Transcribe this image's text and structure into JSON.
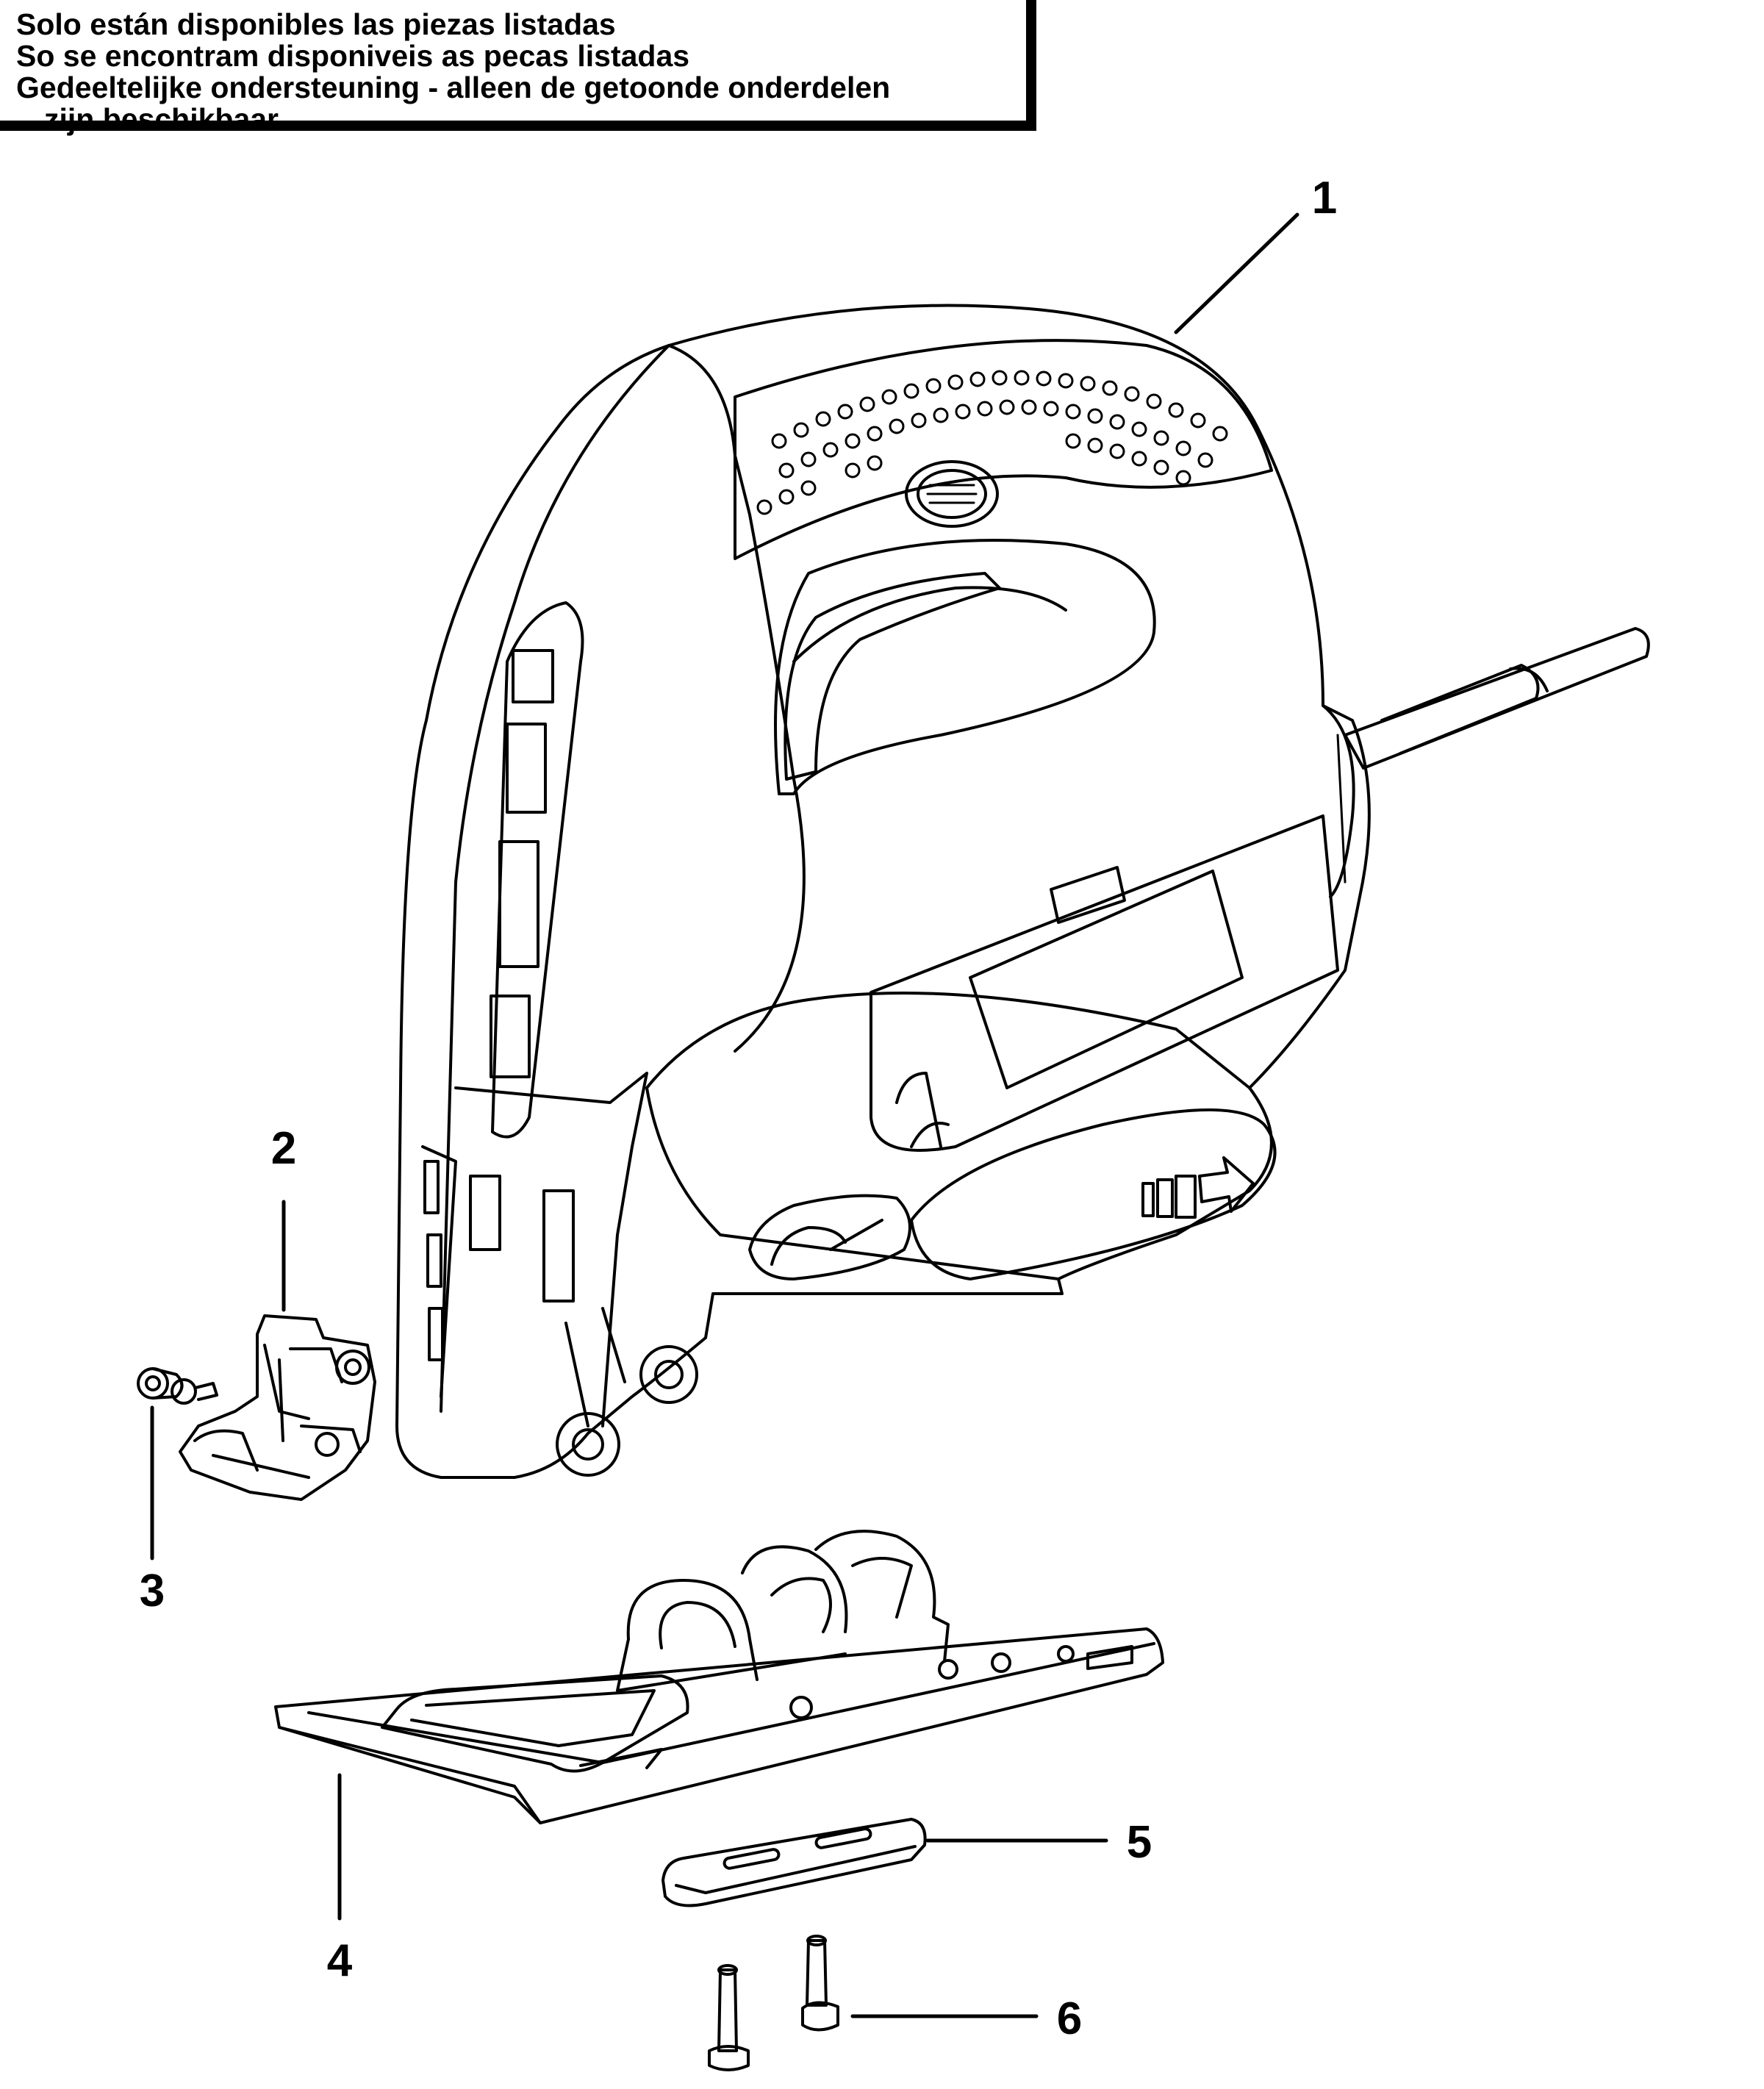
{
  "notice": {
    "lines": [
      "Solo están disponibles las piezas listadas",
      "So se encontram disponiveis as pecas listadas",
      "Gedeeltelijke ondersteuning - alleen de getoonde onderdelen",
      "zijn beschikbaar"
    ]
  },
  "callouts": [
    "1",
    "2",
    "3",
    "4",
    "5",
    "6"
  ],
  "colors": {
    "line": "#000000",
    "paper": "#ffffff"
  }
}
